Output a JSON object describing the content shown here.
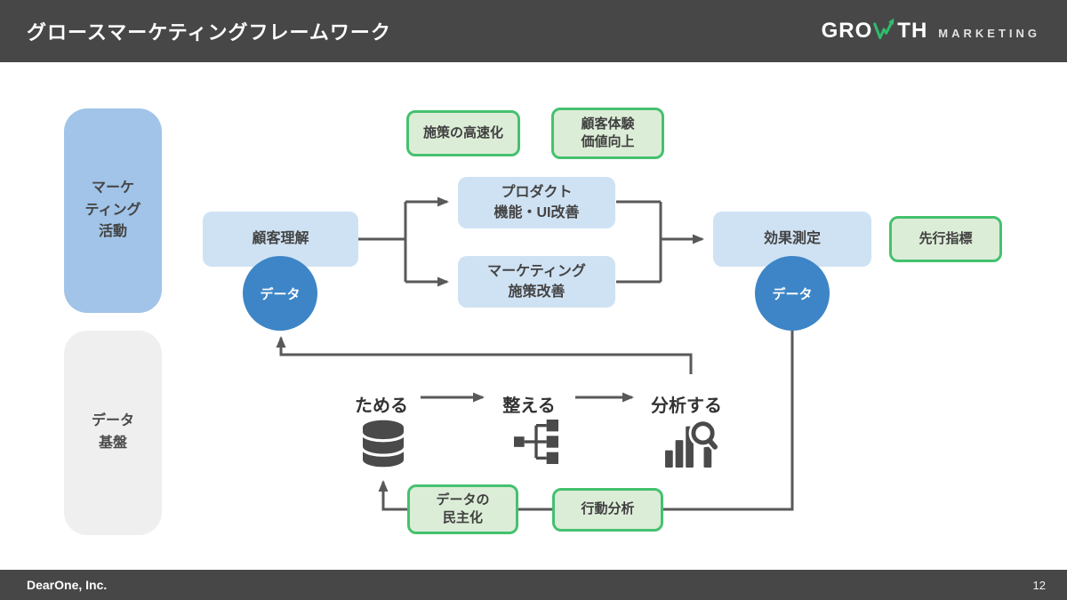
{
  "header": {
    "title": "グロースマーケティングフレームワーク",
    "logo": {
      "text_1": "GRO",
      "text_2": "TH",
      "sub": "MARKETING"
    }
  },
  "lanes": {
    "marketing_activity": {
      "label": "マーケ\nティング\n活動"
    },
    "data_platform": {
      "label": "データ\n基盤"
    }
  },
  "badges": {
    "speed": {
      "label": "施策の高速化"
    },
    "customer_experience": {
      "label": "顧客体験\n価値向上"
    },
    "leading_indicator": {
      "label": "先行指標"
    },
    "data_democratization": {
      "label": "データの\n民主化"
    },
    "behavior_analysis": {
      "label": "行動分析"
    }
  },
  "flow": {
    "customer_understanding": {
      "label": "顧客理解"
    },
    "product_improvement": {
      "label": "プロダクト\n機能・UI改善"
    },
    "marketing_improvement": {
      "label": "マーケティング\n施策改善"
    },
    "effect_measurement": {
      "label": "効果測定"
    },
    "data_left": {
      "label": "データ"
    },
    "data_right": {
      "label": "データ"
    }
  },
  "pipeline": {
    "store": {
      "label": "ためる",
      "icon": "database-icon"
    },
    "arrange": {
      "label": "整える",
      "icon": "sitemap-icon"
    },
    "analyze": {
      "label": "分析する",
      "icon": "chart-search-icon"
    }
  },
  "footer": {
    "company": "DearOne, Inc.",
    "page": "12"
  },
  "colors": {
    "bar_bg": "#474747",
    "light_blue_box": "#cfe2f3",
    "lane_blue": "#a1c4e8",
    "lane_gray": "#efefef",
    "circle_blue": "#3d85c6",
    "green_border": "#45c16f",
    "green_fill": "#dcedd7",
    "connector_gray": "#595959",
    "logo_green": "#2ebd6b"
  }
}
